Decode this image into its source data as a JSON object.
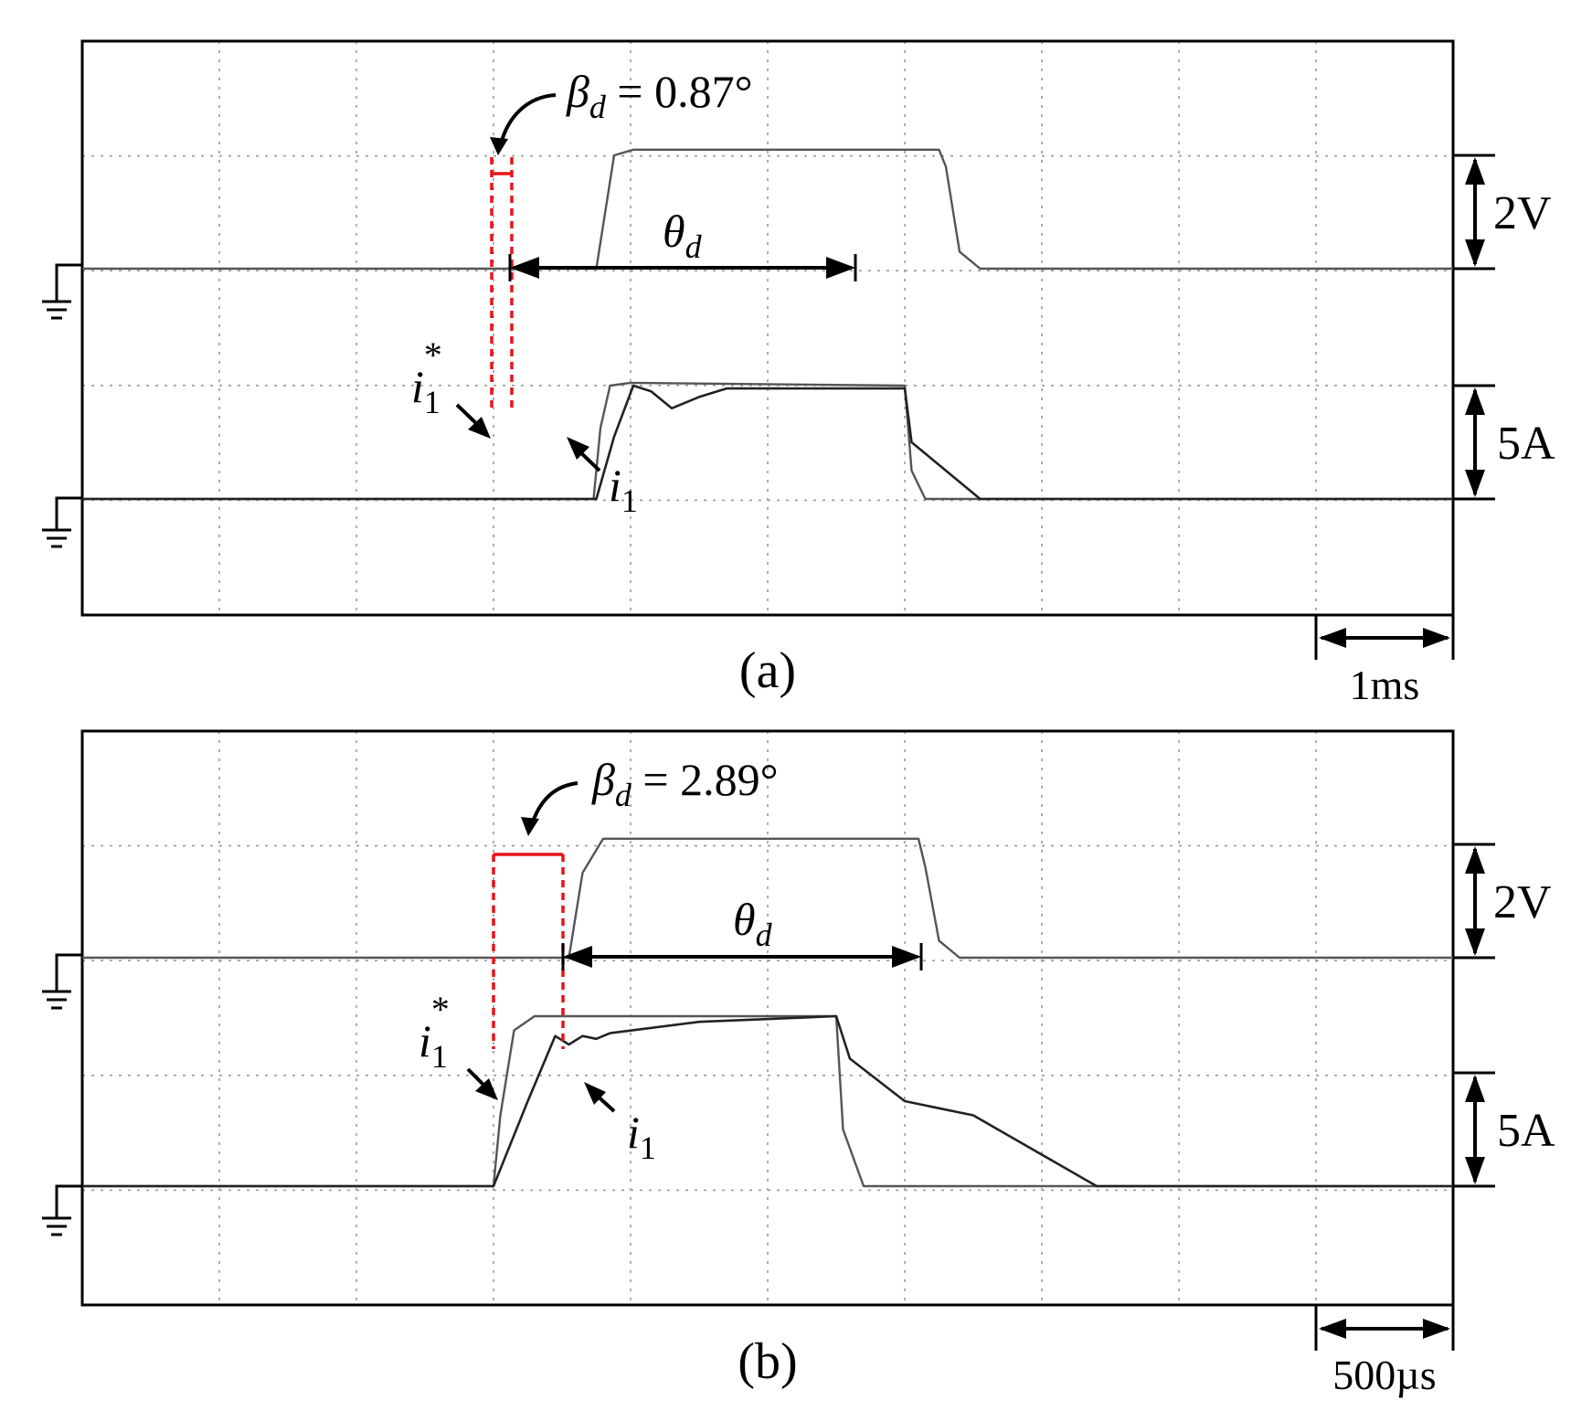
{
  "chart_data": [
    {
      "type": "line",
      "panel_label": "(a)",
      "annotations": {
        "beta_symbol": "β",
        "beta_sub": "d",
        "beta_value": " = 0.87°",
        "theta_symbol": "θ",
        "theta_sub": "d",
        "ref_current_symbol": "i",
        "ref_current_sub": "1",
        "ref_current_sup": "*",
        "current_symbol": "i",
        "current_sub": "1"
      },
      "scale": {
        "voltage": "2V",
        "current": "5A",
        "time": "1ms"
      },
      "grid": true,
      "series": [
        {
          "trace": "voltage",
          "x": [
            0,
            3.75,
            3.88,
            4.02,
            6.25,
            6.3,
            6.4,
            6.55,
            10
          ],
          "y": [
            0,
            0,
            2.0,
            2.1,
            2.1,
            1.8,
            0.3,
            0,
            0
          ]
        },
        {
          "trace": "reference",
          "x": [
            0,
            3.73,
            3.78,
            3.85,
            4.0,
            6.0,
            6.05,
            6.15,
            10
          ],
          "y": [
            0,
            0,
            2.5,
            4.0,
            4.1,
            4.0,
            1.0,
            0,
            0
          ]
        },
        {
          "trace": "measured",
          "x": [
            0,
            3.75,
            3.88,
            4.02,
            4.15,
            4.3,
            4.5,
            4.7,
            5.5,
            6.0,
            6.05,
            6.3,
            6.55,
            10
          ],
          "y": [
            0,
            0,
            2.2,
            4.0,
            3.8,
            3.2,
            3.6,
            3.9,
            3.9,
            3.9,
            2.0,
            1.0,
            0,
            0
          ]
        }
      ]
    },
    {
      "type": "line",
      "panel_label": "(b)",
      "annotations": {
        "beta_symbol": "β",
        "beta_sub": "d",
        "beta_value": " = 2.89°",
        "theta_symbol": "θ",
        "theta_sub": "d",
        "ref_current_symbol": "i",
        "ref_current_sub": "1",
        "ref_current_sup": "*",
        "current_symbol": "i",
        "current_sub": "1"
      },
      "scale": {
        "voltage": "2V",
        "current": "5A",
        "time": "500µs"
      },
      "grid": true,
      "series": [
        {
          "trace": "voltage",
          "x": [
            0,
            3.55,
            3.65,
            3.8,
            6.1,
            6.15,
            6.25,
            6.4,
            10
          ],
          "y": [
            0,
            0,
            1.5,
            2.1,
            2.1,
            1.6,
            0.3,
            0,
            0
          ]
        },
        {
          "trace": "reference",
          "x": [
            0,
            3.0,
            3.05,
            3.15,
            3.3,
            5.5,
            5.55,
            5.7,
            10
          ],
          "y": [
            0,
            0,
            2.5,
            5.5,
            6.0,
            6.0,
            2.0,
            0,
            0
          ]
        },
        {
          "trace": "measured",
          "x": [
            0,
            3.0,
            3.25,
            3.45,
            3.55,
            3.65,
            3.75,
            3.85,
            4.5,
            5.5,
            5.6,
            6.0,
            6.5,
            7.4,
            10
          ],
          "y": [
            0,
            0,
            3.0,
            5.3,
            5.0,
            5.3,
            5.2,
            5.4,
            5.8,
            6.0,
            4.5,
            3.0,
            2.5,
            0,
            0
          ]
        }
      ]
    }
  ]
}
